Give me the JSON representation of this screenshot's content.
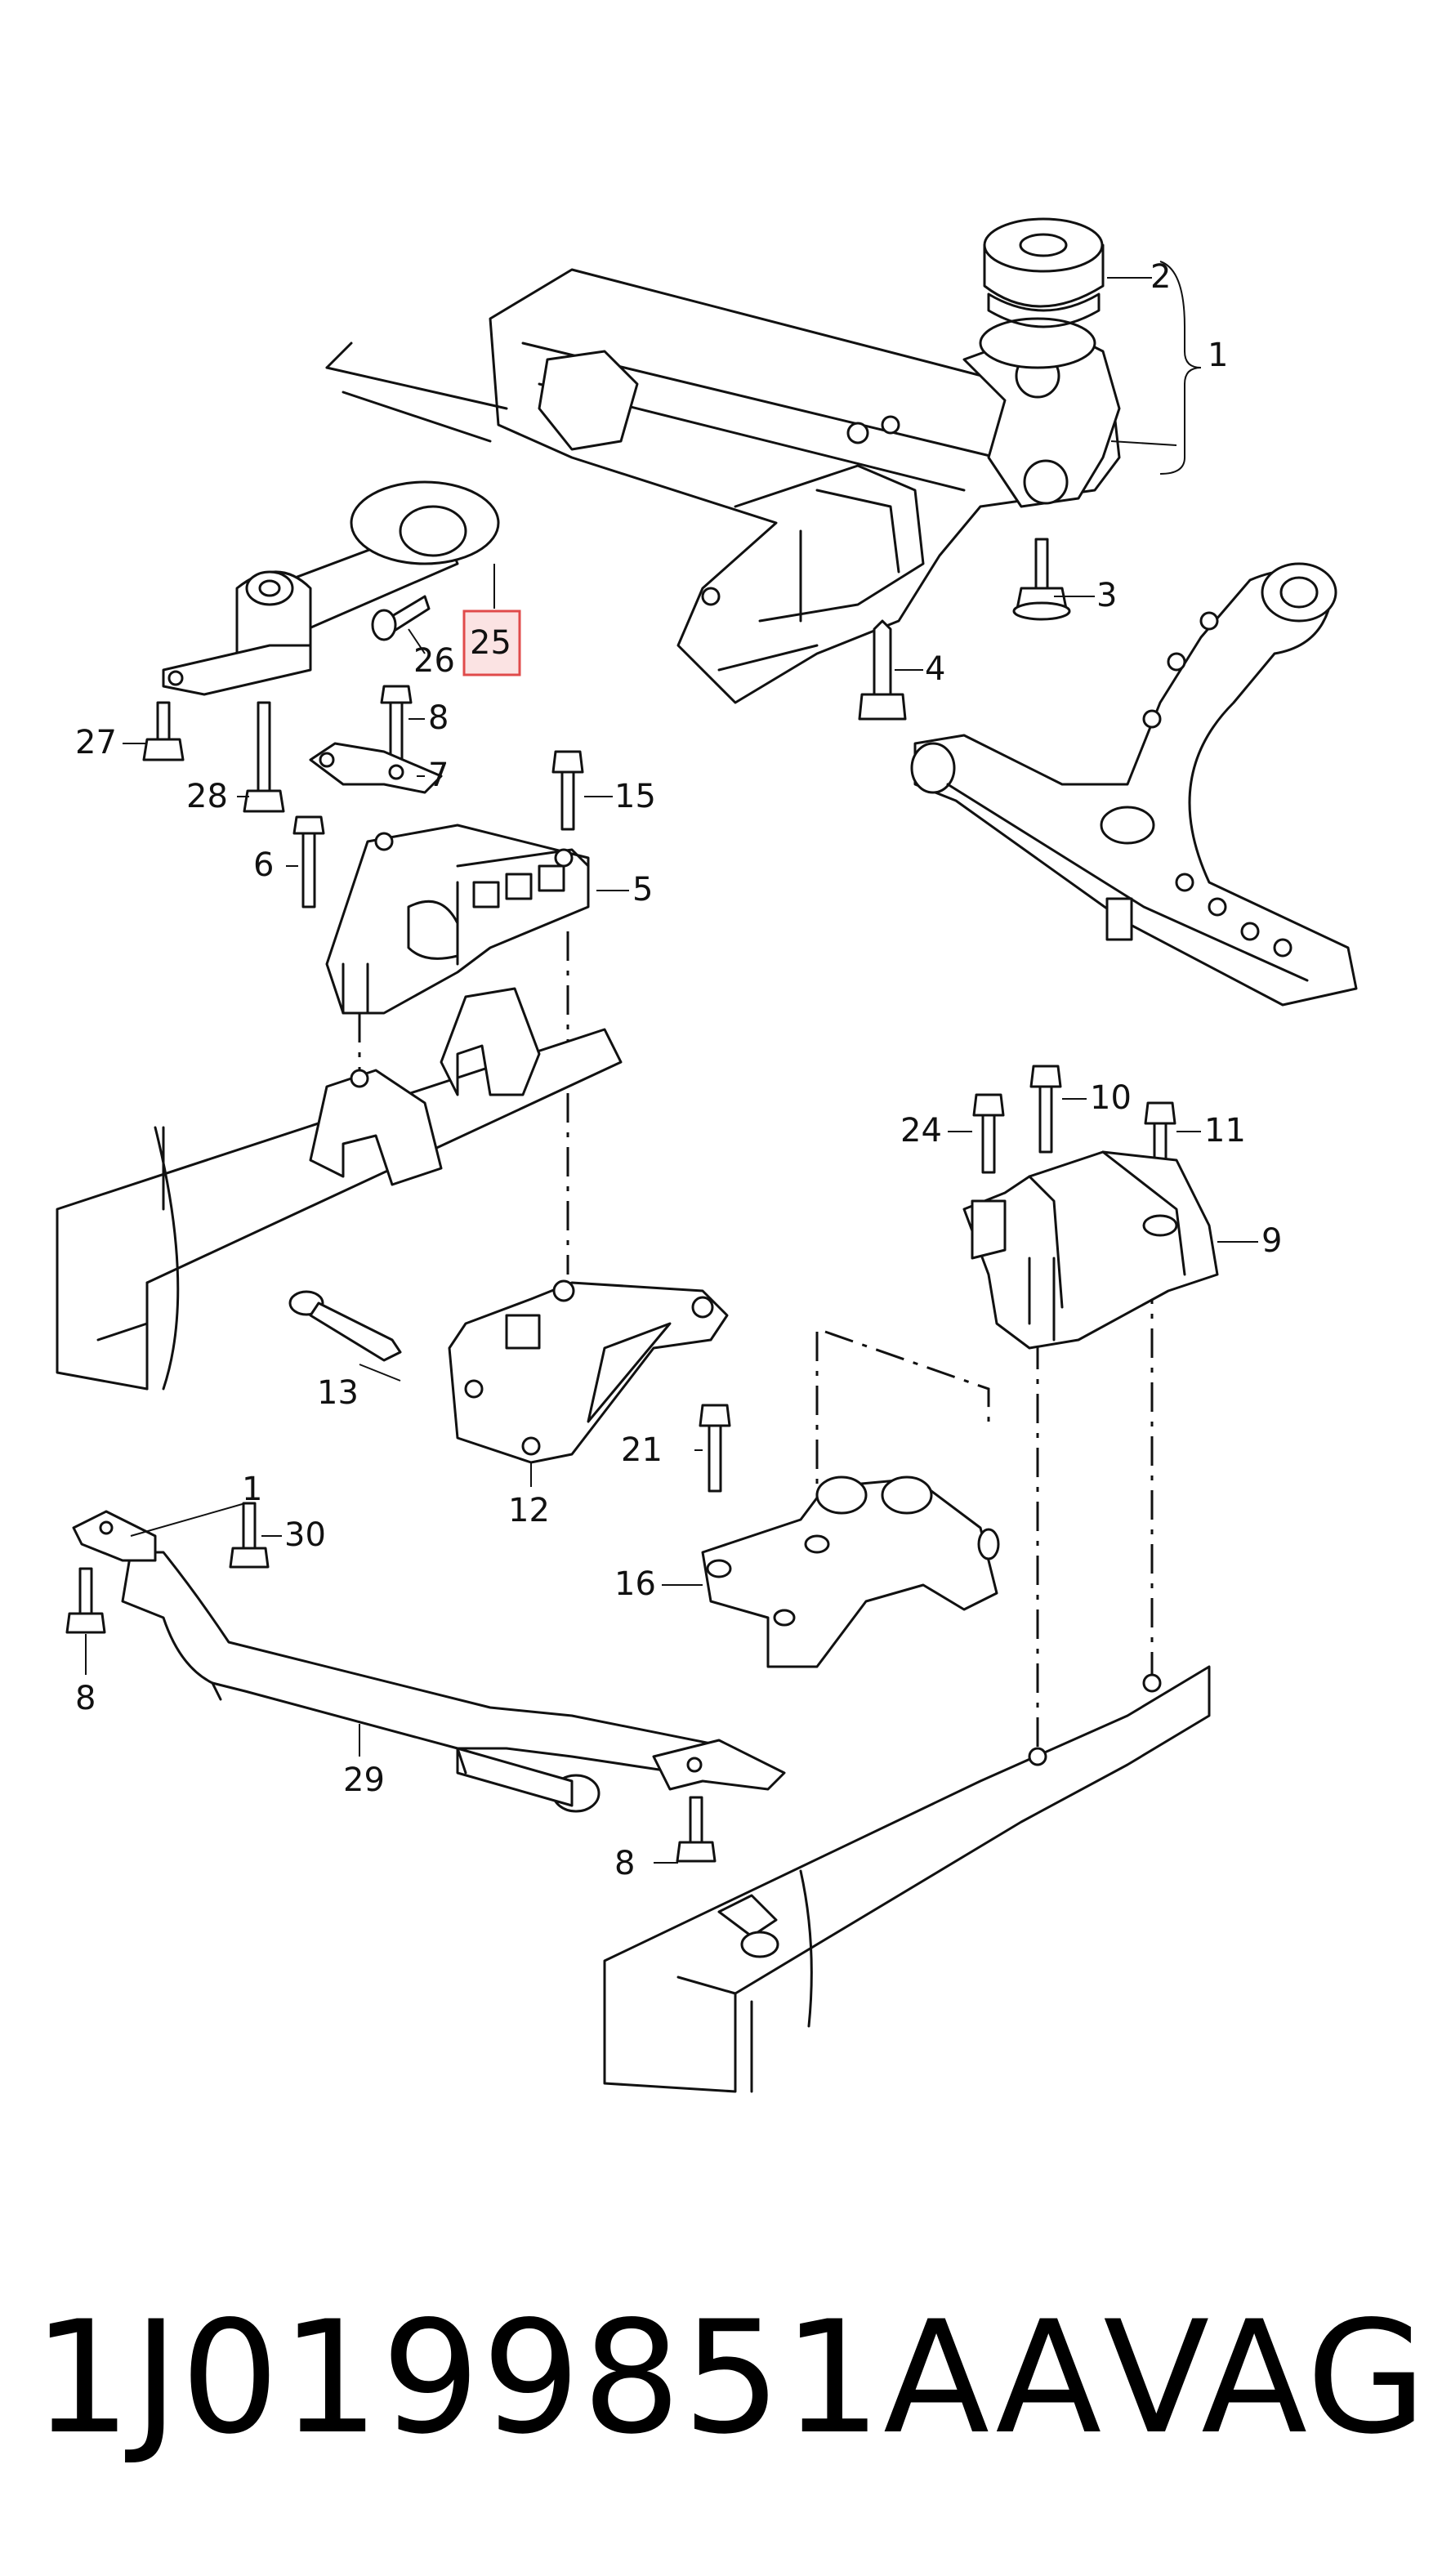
{
  "part_number": "1J0199851AA",
  "brand": "VAG",
  "highlighted_callout": "25",
  "highlight_color": "#e04b4b",
  "callouts": {
    "c1": "1",
    "c2": "2",
    "c3": "3",
    "c4": "4",
    "c5": "5",
    "c6": "6",
    "c7": "7",
    "c8a": "8",
    "c9": "9",
    "c10": "10",
    "c11": "11",
    "c12": "12",
    "c13": "13",
    "c15": "15",
    "c16": "16",
    "c21": "21",
    "c24": "24",
    "c25": "25",
    "c26": "26",
    "c27": "27",
    "c28": "28",
    "c29": "29",
    "c30": "30",
    "c1b": "1",
    "c8b": "8",
    "c8c": "8"
  }
}
